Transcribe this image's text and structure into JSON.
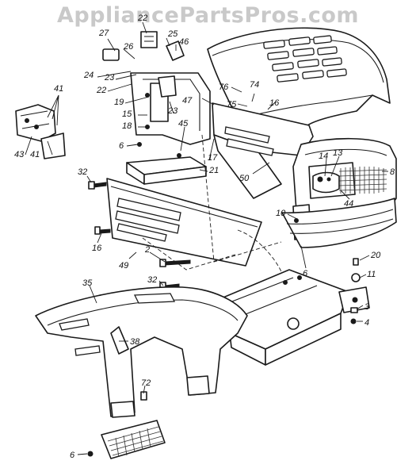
{
  "watermark": "AppliancePartsPros.com",
  "callouts": [
    {
      "id": "c27",
      "text": "27"
    },
    {
      "id": "c22a",
      "text": "22"
    },
    {
      "id": "c25",
      "text": "25"
    },
    {
      "id": "c46",
      "text": "46"
    },
    {
      "id": "c26",
      "text": "26"
    },
    {
      "id": "c24",
      "text": "24"
    },
    {
      "id": "c23a",
      "text": "23"
    },
    {
      "id": "c22b",
      "text": "22"
    },
    {
      "id": "c19",
      "text": "19"
    },
    {
      "id": "c15",
      "text": "15"
    },
    {
      "id": "c18",
      "text": "18"
    },
    {
      "id": "c6a",
      "text": "6"
    },
    {
      "id": "c23b",
      "text": "23"
    },
    {
      "id": "c45",
      "text": "45"
    },
    {
      "id": "c47",
      "text": "47"
    },
    {
      "id": "c17",
      "text": "17"
    },
    {
      "id": "c21",
      "text": "21"
    },
    {
      "id": "c76",
      "text": "76"
    },
    {
      "id": "c74",
      "text": "74"
    },
    {
      "id": "c75",
      "text": "75"
    },
    {
      "id": "c16a",
      "text": "16"
    },
    {
      "id": "c41a",
      "text": "41"
    },
    {
      "id": "c43",
      "text": "43"
    },
    {
      "id": "c41b",
      "text": "41"
    },
    {
      "id": "c32a",
      "text": "32"
    },
    {
      "id": "c16b",
      "text": "16"
    },
    {
      "id": "c49",
      "text": "49"
    },
    {
      "id": "c2",
      "text": "2"
    },
    {
      "id": "c50",
      "text": "50"
    },
    {
      "id": "c14",
      "text": "14"
    },
    {
      "id": "c13",
      "text": "13"
    },
    {
      "id": "c8",
      "text": "8"
    },
    {
      "id": "c44",
      "text": "44"
    },
    {
      "id": "c10",
      "text": "10"
    },
    {
      "id": "c6b",
      "text": "6"
    },
    {
      "id": "c20",
      "text": "20"
    },
    {
      "id": "c11",
      "text": "11"
    },
    {
      "id": "c3",
      "text": "3"
    },
    {
      "id": "c4",
      "text": "4"
    },
    {
      "id": "c35",
      "text": "35"
    },
    {
      "id": "c32b",
      "text": "32"
    },
    {
      "id": "c38",
      "text": "38"
    },
    {
      "id": "c72",
      "text": "72"
    },
    {
      "id": "c6c",
      "text": "6"
    }
  ]
}
